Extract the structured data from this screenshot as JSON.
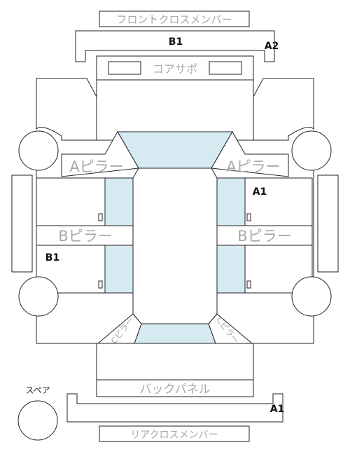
{
  "labels": {
    "front_cross_member": "フロントクロスメンバー",
    "core_support": "コアサポ",
    "a_pillar_left": "Aピラー",
    "a_pillar_right": "Aピラー",
    "b_pillar_left": "Bピラー",
    "b_pillar_right": "Bピラー",
    "c_pillar_left": "Cピラー",
    "c_pillar_right": "Cピラー",
    "back_panel": "バックパネル",
    "rear_cross_member": "リアクロスメンバー",
    "spare": "スペア"
  },
  "grades": {
    "front_member": "B1",
    "front_member_corner": "A2",
    "right_front_door": "A1",
    "left_rear_door": "B1",
    "rear_member_corner": "A1"
  },
  "colors": {
    "glass": "#d6eaf2",
    "line": "#222222",
    "label_gray": "#a8a8a8"
  }
}
